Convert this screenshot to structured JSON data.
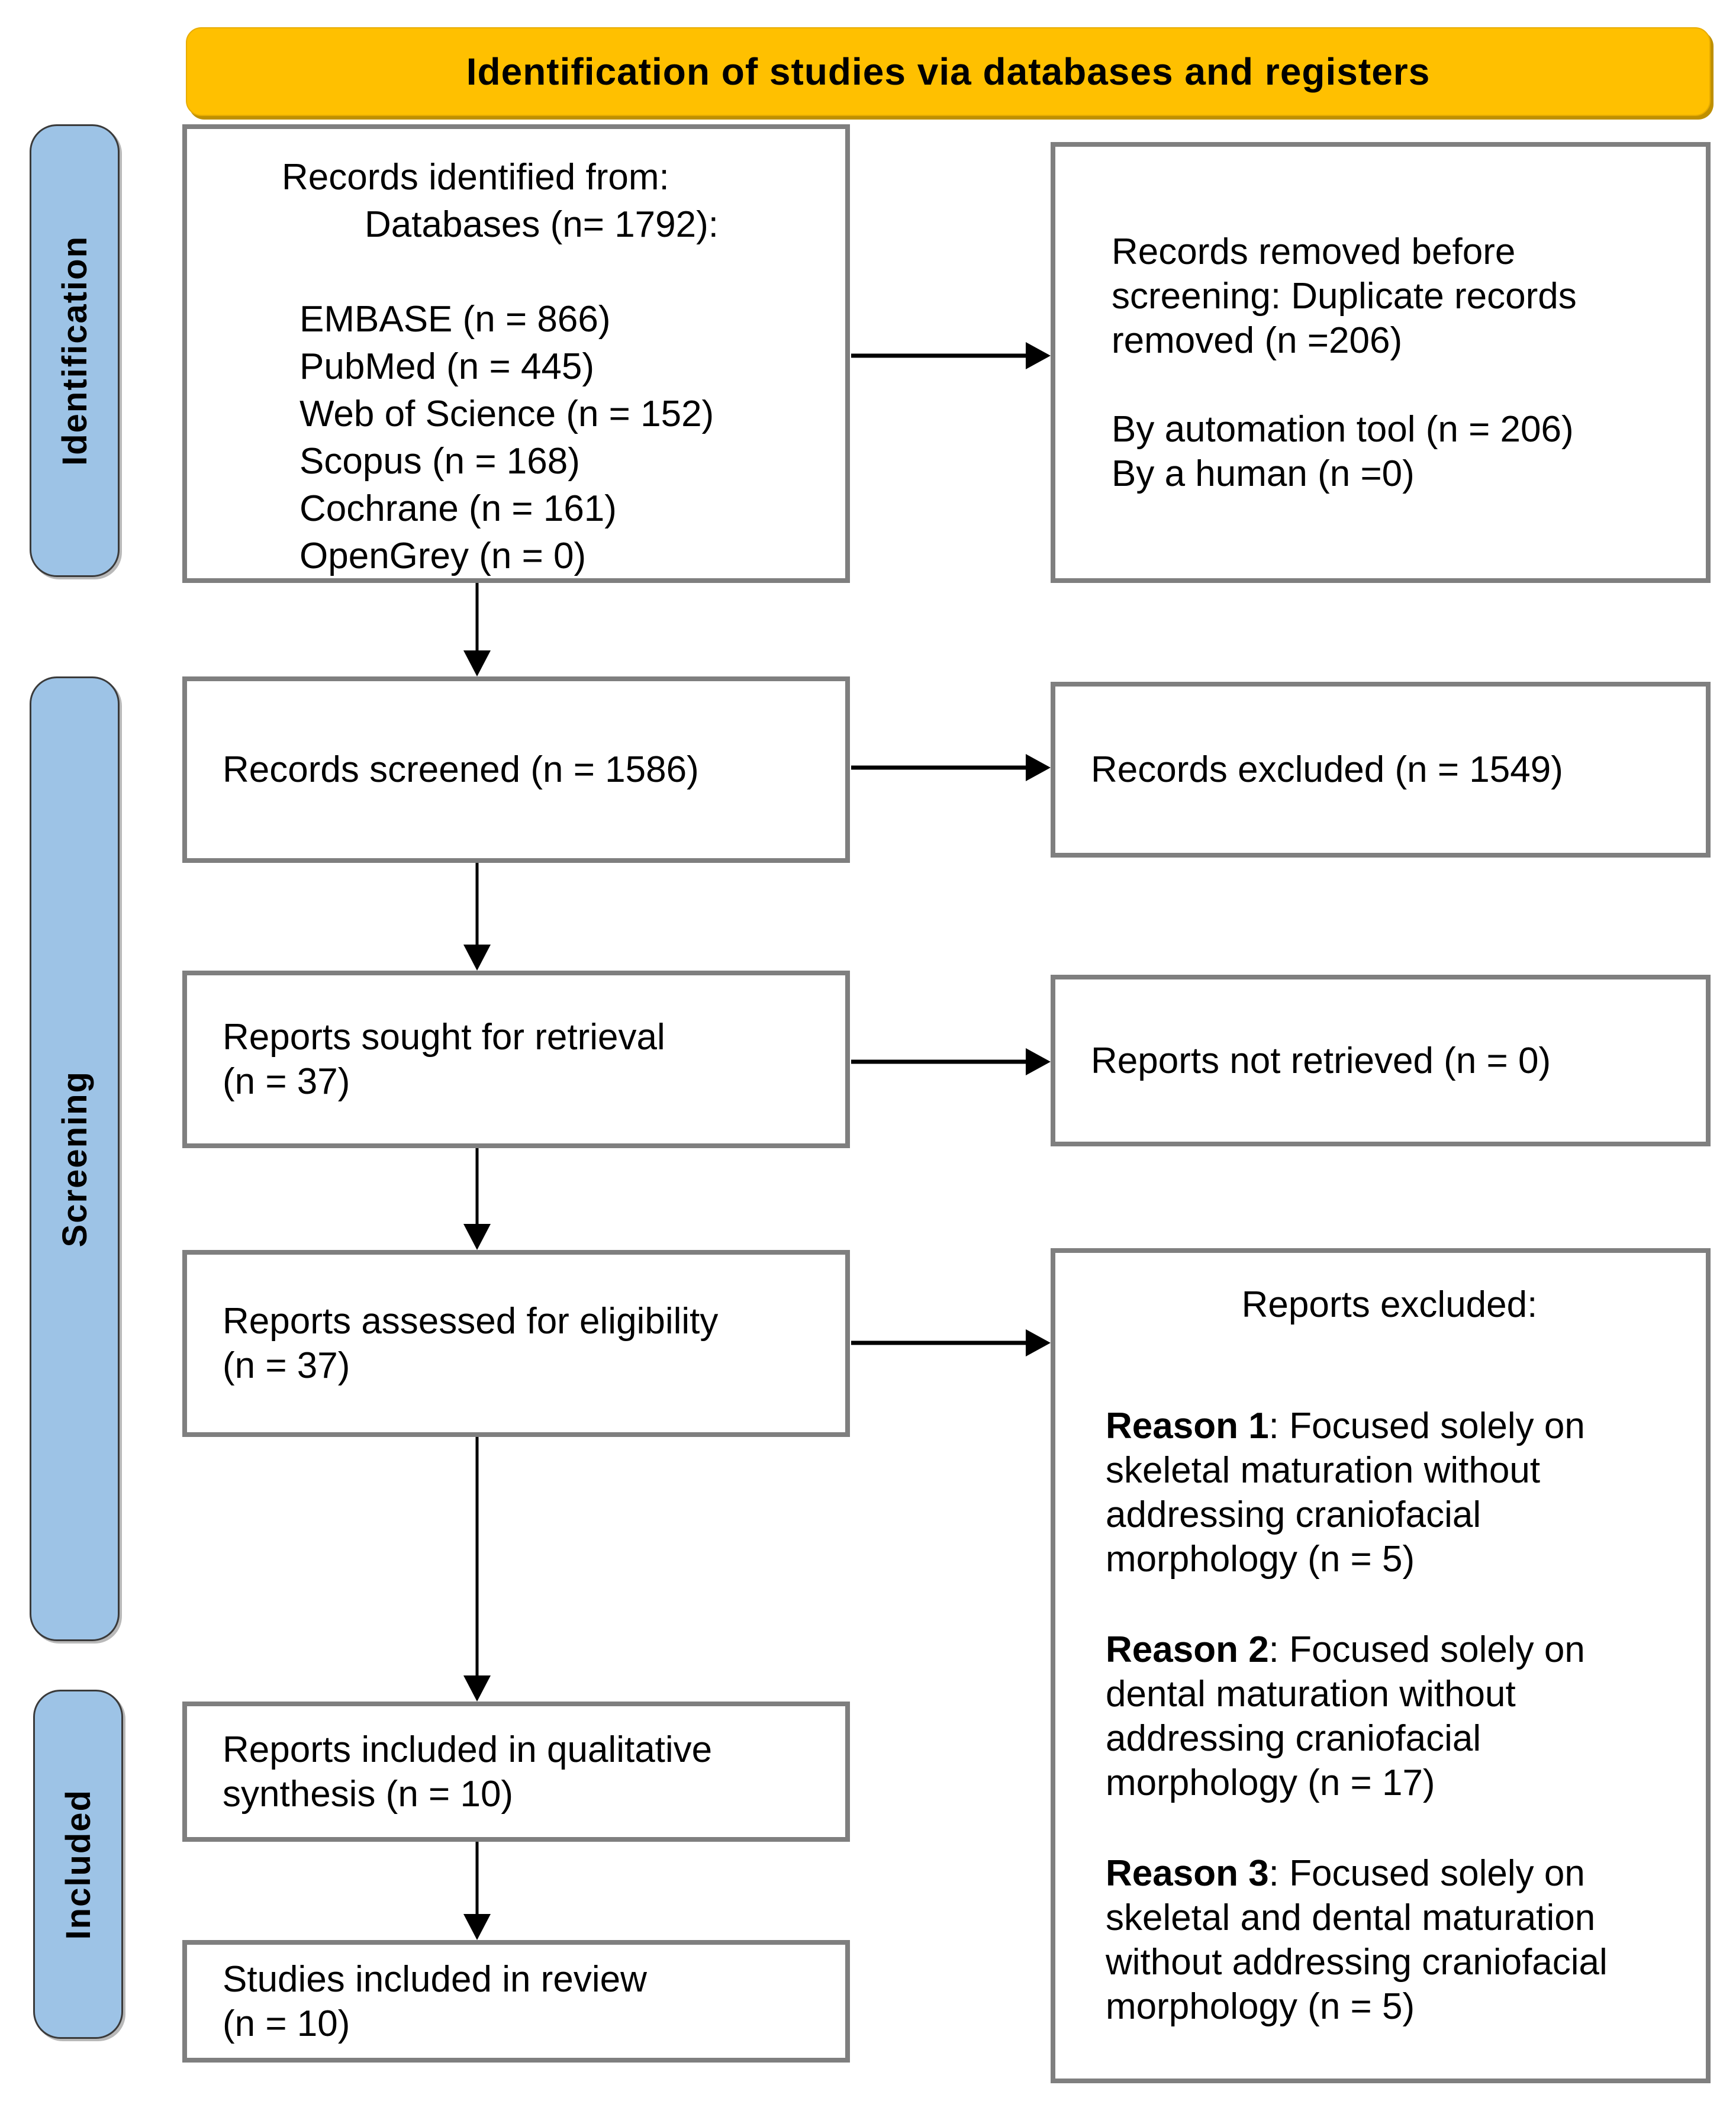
{
  "banner": {
    "title": "Identification of studies via databases and registers"
  },
  "stages": {
    "identification": "Identification",
    "screening": "Screening",
    "included": "Included"
  },
  "flow": {
    "records_identified": {
      "heading": "Records identified from:",
      "subheading": "Databases (n= 1792):",
      "sources": [
        "EMBASE (n = 866)",
        "PubMed (n = 445)",
        "Web of Science (n = 152)",
        "Scopus (n = 168)",
        "Cochrane (n = 161)",
        "OpenGrey (n = 0)"
      ]
    },
    "records_screened": "Records screened (n = 1586)",
    "reports_sought": {
      "line1": "Reports sought for retrieval",
      "line2": "(n = 37)"
    },
    "reports_assessed": {
      "line1": "Reports assessed for eligibility",
      "line2": "(n = 37)"
    },
    "reports_included_qualitative": "Reports included in qualitative synthesis (n = 10)",
    "studies_included": {
      "line1": "Studies included in review",
      "line2": "(n = 10)"
    }
  },
  "exclusions": {
    "records_removed": {
      "paragraph": "Records removed before screening: Duplicate records removed (n =206)",
      "by_automation": "By automation tool (n = 206)",
      "by_human": "By a human (n =0)"
    },
    "records_excluded": "Records excluded (n = 1549)",
    "reports_not_retrieved": "Reports not retrieved (n = 0)",
    "reports_excluded": {
      "heading": "Reports excluded:",
      "reasons": [
        {
          "label": "Reason 1",
          "text": ": Focused solely on skeletal maturation without addressing craniofacial morphology (n = 5)"
        },
        {
          "label": "Reason 2",
          "text": ": Focused solely on dental maturation without addressing craniofacial morphology (n = 17)"
        },
        {
          "label": "Reason 3",
          "text": ": Focused solely on skeletal and dental maturation without addressing craniofacial morphology (n = 5)"
        }
      ]
    }
  },
  "colors": {
    "banner_fill": "#FFC000",
    "banner_shadow": "#BF9000",
    "stage_tab_fill": "#9DC3E6",
    "stage_tab_border": "#3A3A3A",
    "box_border": "#7F7F7F",
    "box_fill": "#FFFFFF",
    "arrow": "#000000",
    "text": "#000000"
  }
}
